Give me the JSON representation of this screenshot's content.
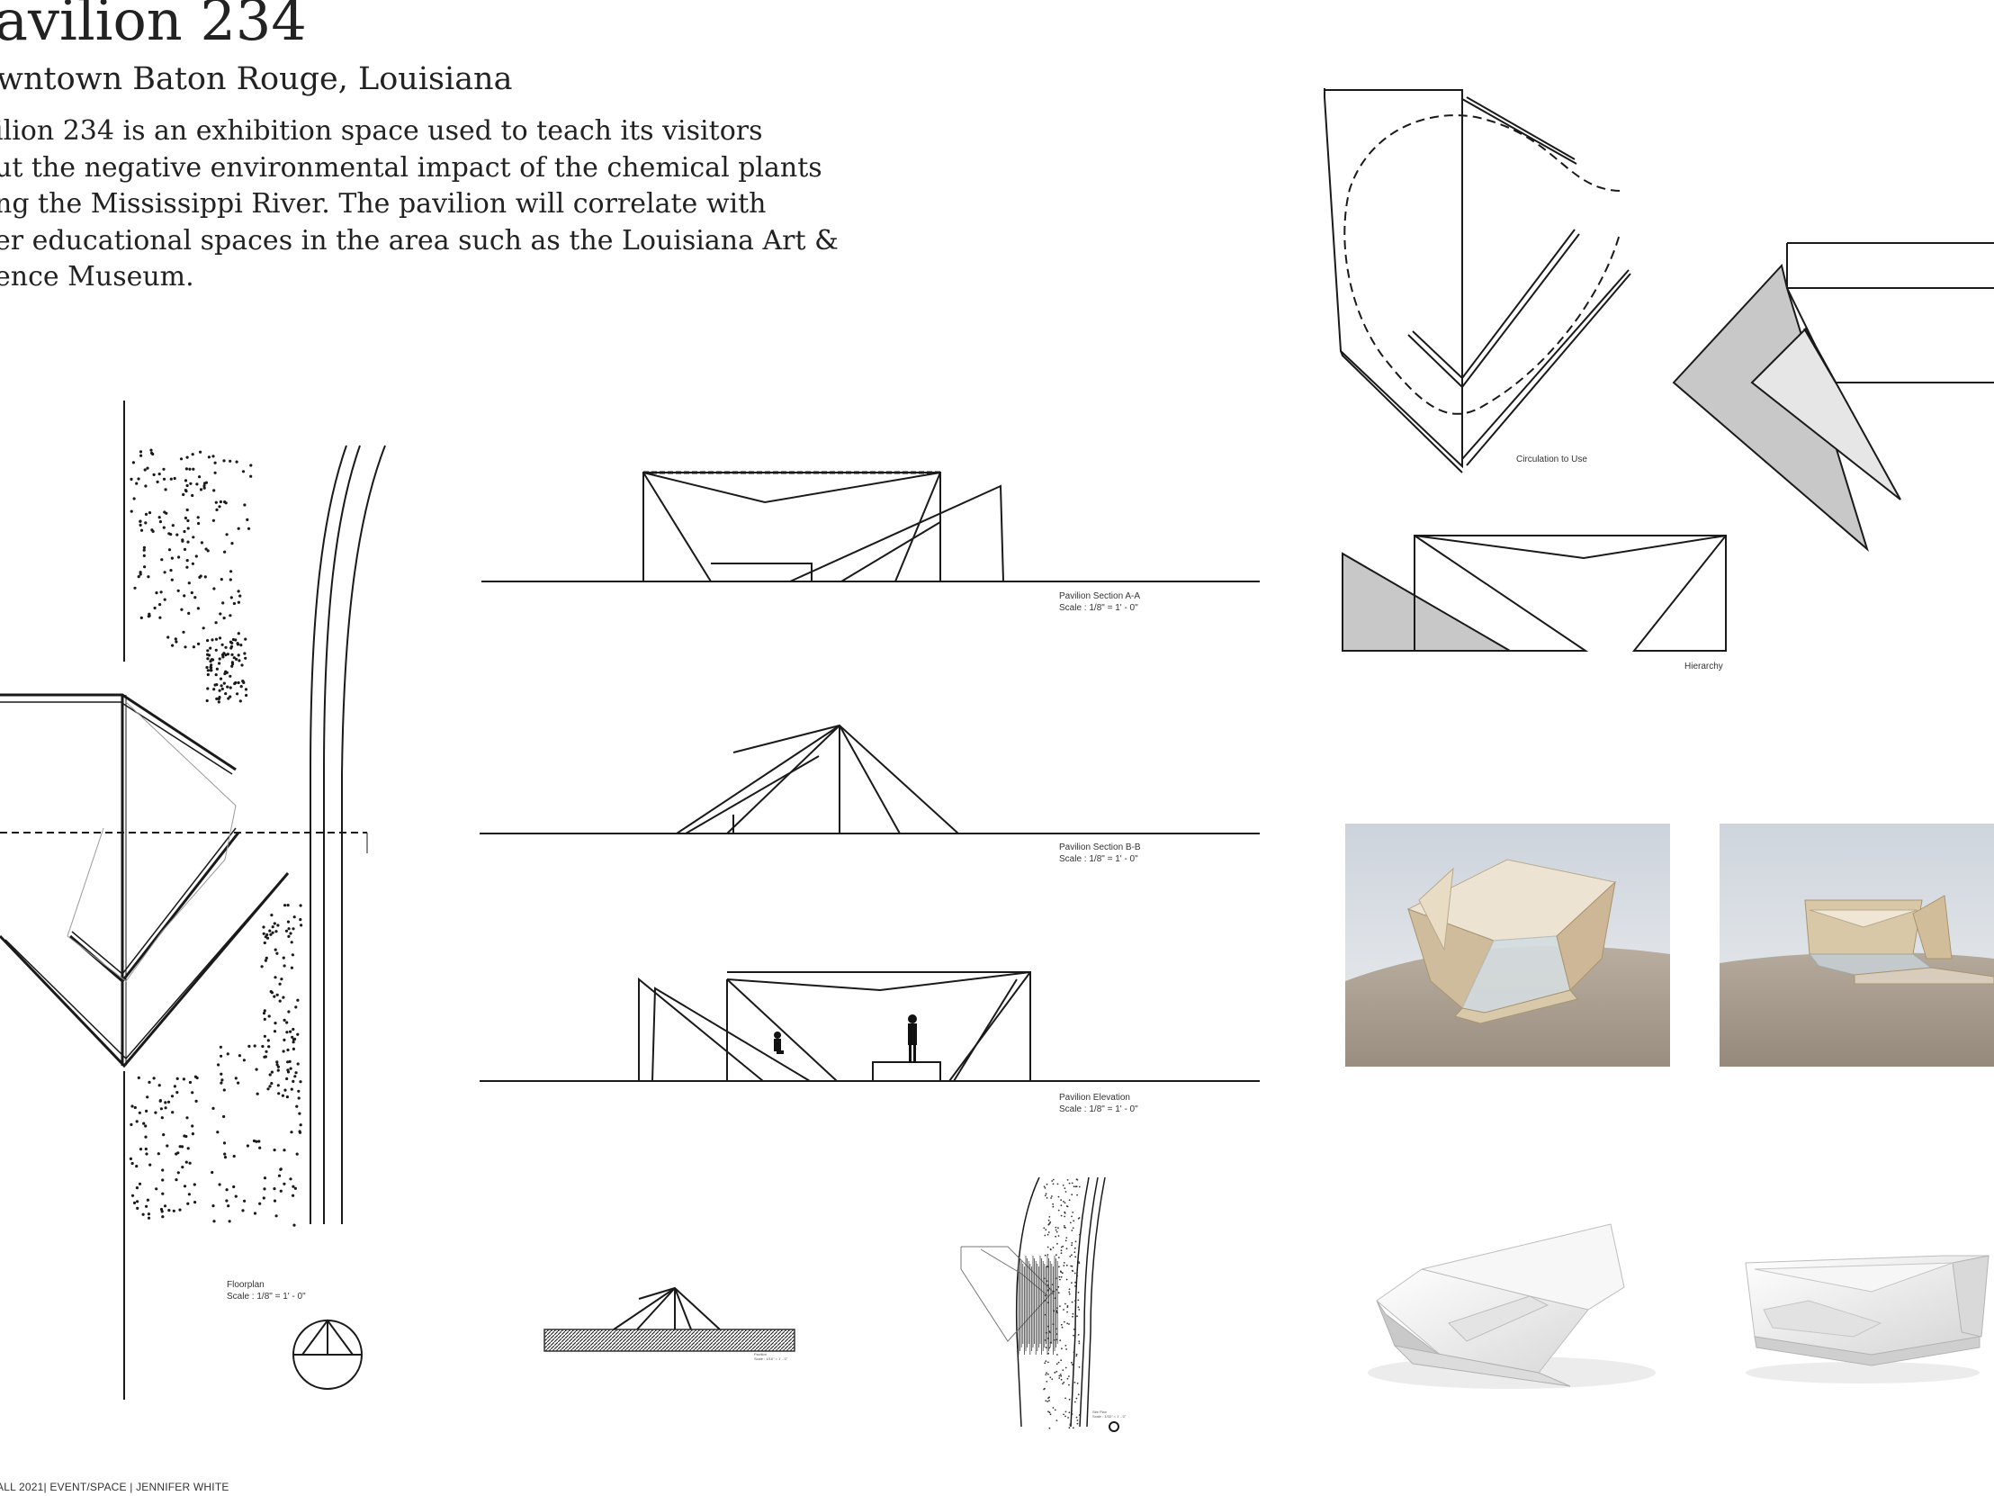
{
  "header": {
    "title": "avilion 234",
    "subtitle": "wntown Baton Rouge, Louisiana",
    "description_lines": [
      "ilion 234 is an exhibition space used to teach its visitors",
      "ut the negative environmental impact of the chemical plants",
      "ng the Mississippi River. The pavilion will correlate with",
      "er educational spaces in the area such as the Louisiana Art &",
      "ence Museum."
    ]
  },
  "drawings": {
    "floorplan": {
      "name": "Floorplan",
      "scale": "Scale : 1/8\" = 1' - 0\""
    },
    "section_a": {
      "name": "Pavilion Section A-A",
      "scale": "Scale : 1/8\" = 1' - 0\""
    },
    "section_b": {
      "name": "Pavilion Section B-B",
      "scale": "Scale : 1/8\" = 1' - 0\""
    },
    "elevation": {
      "name": "Pavilion Elevation",
      "scale": "Scale : 1/8\" = 1' - 0\""
    },
    "diagram_circulation": "Circulation to Use",
    "diagram_hierarchy": "Hierarchy",
    "small_section_label": "Pavilion",
    "small_section_scale": "Scale : 1/16\" = 1' - 0\"",
    "site_plan_label": "Site Plan",
    "site_plan_scale": "Scale : 1/32\" = 1' - 0\""
  },
  "footer": {
    "text": "ALL 2021|  EVENT/SPACE | JENNIFER WHITE"
  },
  "colors": {
    "line": "#1a1a1a",
    "fill_gray": "#c8c8c8",
    "fill_light": "#e4e4e4",
    "cardboard": "#a99c8c",
    "wood": "#e3d3b6",
    "photo_bg": "#dde1e6"
  }
}
